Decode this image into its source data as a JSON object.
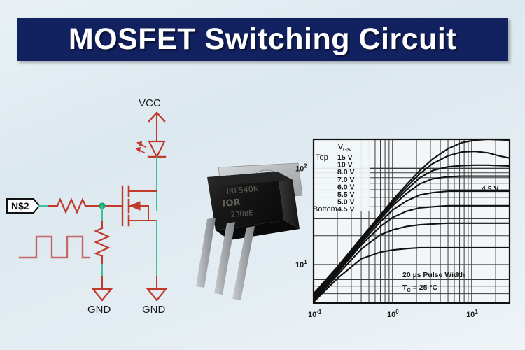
{
  "title": {
    "text": "MOSFET Switching Circuit",
    "banner_color": "#122160",
    "text_color": "#ffffff"
  },
  "background": {
    "color_top": "#e9f1f5",
    "color_bottom": "#eef4f7"
  },
  "circuit": {
    "wire_color_red": "#c0392b",
    "wire_color_green": "#3fbf9a",
    "node_color": "#0fa86e",
    "labels": {
      "vcc": "VCC",
      "net_input": "N$2",
      "gnd_left": "GND",
      "gnd_right": "GND"
    },
    "components": [
      {
        "name": "led",
        "type": "light-emitting-diode"
      },
      {
        "name": "mosfet",
        "type": "n-channel-mosfet"
      },
      {
        "name": "series-resistor",
        "type": "resistor"
      },
      {
        "name": "pulldown-resistor",
        "type": "resistor"
      },
      {
        "name": "square-wave-source",
        "type": "pulse-waveform"
      }
    ]
  },
  "package_photo": {
    "name": "TO-220 MOSFET package",
    "marking_line1": "IRF540N",
    "marking_line2": "IOR",
    "marking_line3": "2308E",
    "body_color": "#161616",
    "tab_color": "#b9bbbd",
    "lead_color": "#a9adb0"
  },
  "chart_data": {
    "type": "line",
    "title": "",
    "subtitle": "",
    "xlabel": "",
    "ylabel": "",
    "xscale": "log",
    "yscale": "log",
    "xlim": [
      0.1,
      30
    ],
    "ylim": [
      4,
      200
    ],
    "grid": true,
    "x_ticks": [
      "10",
      "10",
      "10"
    ],
    "x_tick_exponents": [
      "-1",
      "0",
      "1"
    ],
    "y_ticks": [
      "10",
      "10"
    ],
    "y_tick_exponents": [
      "2",
      "1"
    ],
    "legend_position": "upper-left-inside",
    "legend_title": "V",
    "legend_title_sub": "GS",
    "legend_top_label": "Top",
    "legend_bottom_label": "Bottom",
    "legend_entries": [
      "15 V",
      "10 V",
      "8.0 V",
      "7.0 V",
      "6.0 V",
      "5.5 V",
      "5.0 V",
      "4.5 V"
    ],
    "annotations": [
      {
        "name": "curve-label-4v5",
        "text": "4.5 V"
      },
      {
        "name": "pulse-width-note",
        "text": "20 µs Pulse Width"
      },
      {
        "name": "case-temp-note",
        "text": "T",
        "sub": "C",
        "rest": " = 25 °C"
      }
    ],
    "series": [
      {
        "name": "15 V",
        "x": [
          0.1,
          0.2,
          0.4,
          0.7,
          1.0,
          1.5,
          2.2,
          3.2,
          5.0,
          7.5,
          11,
          16,
          22,
          30
        ],
        "y": [
          5.0,
          9.5,
          19,
          33,
          47,
          68,
          95,
          125,
          160,
          185,
          196,
          200,
          198,
          196
        ]
      },
      {
        "name": "10 V",
        "x": [
          0.1,
          0.2,
          0.4,
          0.7,
          1.0,
          1.5,
          2.2,
          3.2,
          5.0,
          7.5,
          11,
          16,
          22,
          30
        ],
        "y": [
          4.8,
          9.2,
          18.5,
          32,
          45,
          64,
          88,
          112,
          135,
          148,
          150,
          145,
          135,
          128
        ]
      },
      {
        "name": "8.0 V",
        "x": [
          0.1,
          0.2,
          0.4,
          0.7,
          1.0,
          1.5,
          2.2,
          3.2,
          5.0,
          7.5,
          11,
          16,
          22,
          30
        ],
        "y": [
          4.6,
          9.0,
          18,
          31,
          43,
          60,
          80,
          95,
          104,
          107,
          108,
          108,
          107,
          106
        ]
      },
      {
        "name": "7.0 V",
        "x": [
          0.1,
          0.2,
          0.4,
          0.7,
          1.0,
          1.5,
          2.2,
          3.2,
          5.0,
          7.5,
          11,
          16,
          22,
          30
        ],
        "y": [
          4.5,
          8.8,
          17.5,
          30,
          41,
          55,
          69,
          78,
          82,
          83,
          83,
          83,
          83,
          83
        ]
      },
      {
        "name": "6.0 V",
        "x": [
          0.1,
          0.2,
          0.4,
          0.7,
          1.0,
          1.5,
          2.2,
          3.2,
          5.0,
          7.5,
          11,
          16,
          22,
          30
        ],
        "y": [
          4.4,
          8.5,
          16.8,
          28,
          37,
          46,
          53,
          56,
          58,
          58,
          58,
          58,
          58,
          58
        ]
      },
      {
        "name": "5.5 V",
        "x": [
          0.1,
          0.2,
          0.4,
          0.7,
          1.0,
          1.5,
          2.2,
          3.2,
          5.0,
          7.5,
          11,
          16,
          22,
          30
        ],
        "y": [
          4.3,
          8.2,
          16,
          25,
          31,
          36,
          39,
          40,
          41,
          41,
          41,
          41,
          41,
          41
        ]
      },
      {
        "name": "5.0 V",
        "x": [
          0.1,
          0.2,
          0.4,
          0.7,
          1.0,
          1.5,
          2.2,
          3.2,
          5.0,
          7.5,
          11,
          16,
          22,
          30
        ],
        "y": [
          4.2,
          7.8,
          14.5,
          20.5,
          23,
          25,
          26,
          26.5,
          27,
          27,
          27,
          27,
          27,
          27
        ]
      },
      {
        "name": "4.5 V",
        "x": [
          0.1,
          0.2,
          0.4,
          0.7,
          1.0,
          1.5,
          2.2,
          3.2,
          5.0,
          7.5,
          11,
          16,
          22,
          30
        ],
        "y": [
          4.1,
          7.2,
          11.5,
          13.5,
          14.2,
          14.7,
          15,
          15,
          15,
          15,
          15,
          15,
          15,
          15
        ]
      }
    ]
  }
}
